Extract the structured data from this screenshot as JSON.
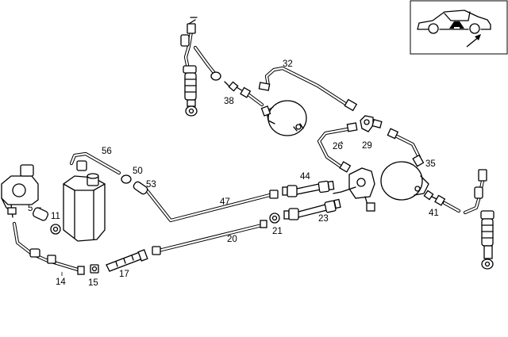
{
  "callouts": [
    {
      "id": "5",
      "text": "5"
    },
    {
      "id": "11",
      "text": "11"
    },
    {
      "id": "14",
      "text": "14"
    },
    {
      "id": "15",
      "text": "15"
    },
    {
      "id": "17",
      "text": "17"
    },
    {
      "id": "20",
      "text": "20"
    },
    {
      "id": "21",
      "text": "21"
    },
    {
      "id": "23",
      "text": "23"
    },
    {
      "id": "26",
      "text": "26"
    },
    {
      "id": "29",
      "text": "29"
    },
    {
      "id": "32",
      "text": "32"
    },
    {
      "id": "35",
      "text": "35"
    },
    {
      "id": "38",
      "text": "38"
    },
    {
      "id": "41",
      "text": "41"
    },
    {
      "id": "44",
      "text": "44"
    },
    {
      "id": "47",
      "text": "47"
    },
    {
      "id": "50",
      "text": "50"
    },
    {
      "id": "53",
      "text": "53"
    },
    {
      "id": "56",
      "text": "56"
    }
  ],
  "inset": {
    "icon": "car-rear-axle-locator-icon"
  }
}
